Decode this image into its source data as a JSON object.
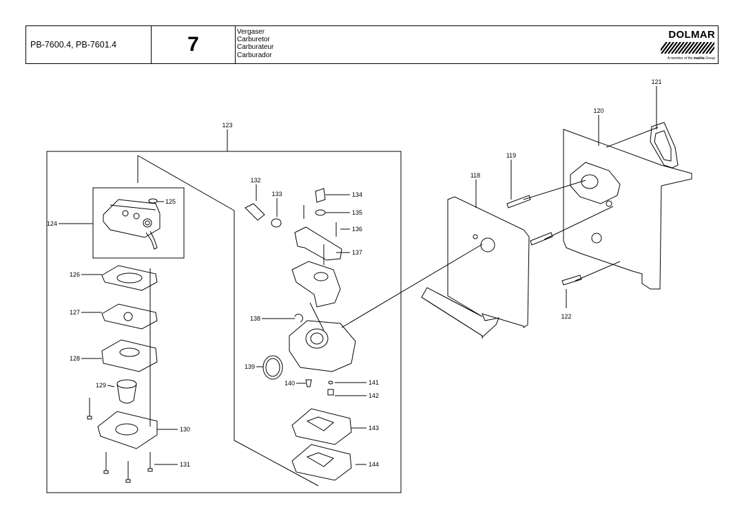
{
  "header": {
    "models": "PB-7600.4, PB-7601.4",
    "page_number": "7",
    "titles": [
      "Vergaser",
      "Carburetor",
      "Carburateur",
      "Carburador"
    ],
    "brand": {
      "name": "DOLMAR",
      "tagline_pre": "A member of the",
      "tagline_brand": "makita",
      "tagline_post": "Group"
    }
  },
  "callouts": {
    "p118": "118",
    "p119": "119",
    "p120": "120",
    "p121": "121",
    "p122": "122",
    "p123": "123",
    "p124": "124",
    "p125": "125",
    "p126": "126",
    "p127": "127",
    "p128": "128",
    "p129": "129",
    "p130": "130",
    "p131": "131",
    "p132": "132",
    "p133": "133",
    "p134": "134",
    "p135": "135",
    "p136": "136",
    "p137": "137",
    "p138": "138",
    "p139": "139",
    "p140": "140",
    "p141": "141",
    "p142": "142",
    "p143": "143",
    "p144": "144"
  },
  "icons": {
    "logo_hatch": "diagonal-stripes-logo-icon"
  }
}
